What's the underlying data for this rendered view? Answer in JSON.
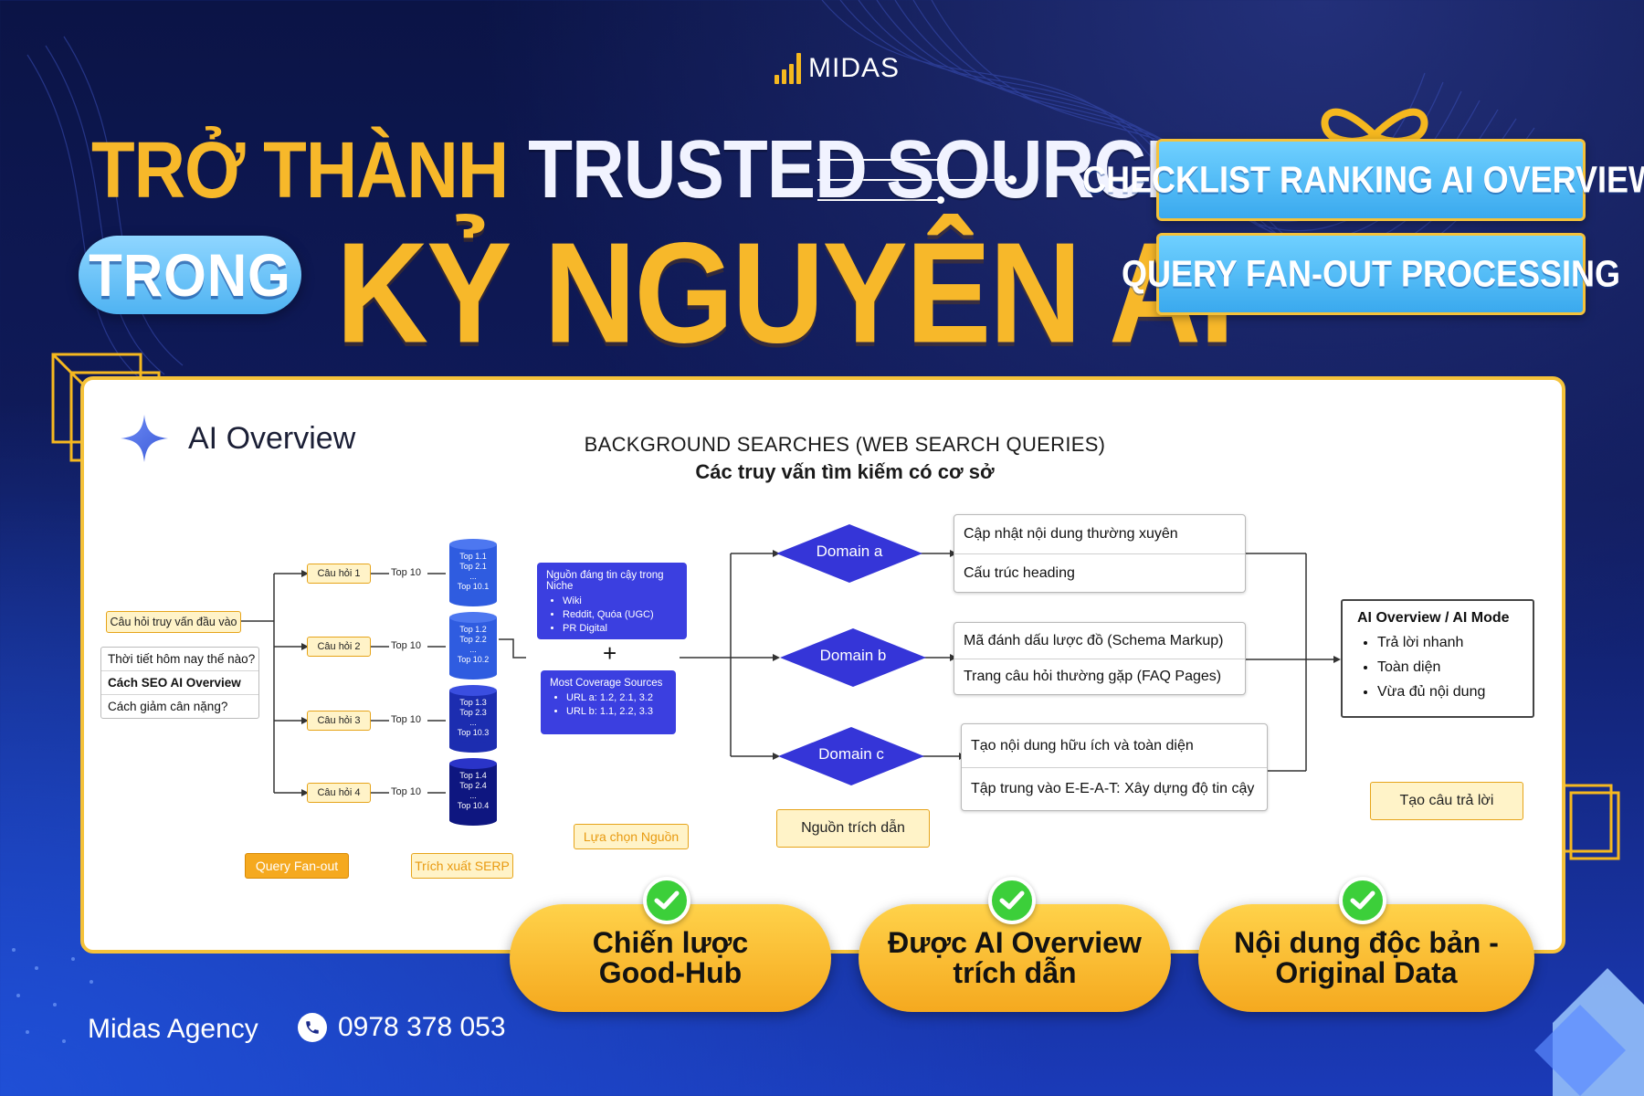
{
  "brand": {
    "name": "MIDAS"
  },
  "headline": {
    "part1": "TRỞ THÀNH",
    "part2": "TRUSTED SOURCE",
    "trong": "TRONG",
    "big": "KỶ NGUYÊN AI"
  },
  "right_boxes": [
    "CHECKLIST RANKING AI OVERVIEW",
    "QUERY FAN-OUT PROCESSING"
  ],
  "panel": {
    "ai_title": "AI Overview",
    "bg_title_1": "BACKGROUND SEARCHES (WEB SEARCH QUERIES)",
    "bg_title_2": "Các truy vấn tìm kiếm có cơ sở"
  },
  "diagram": {
    "input_label": "Câu hỏi truy vấn đầu vào",
    "queries": [
      "Thời tiết hôm nay thế nào?",
      "Cách SEO AI Overview",
      "Cách giảm cân nặng?"
    ],
    "sub_questions": [
      "Câu hỏi 1",
      "Câu hỏi 2",
      "Câu hỏi 3",
      "Câu hỏi 4"
    ],
    "top10": "Top 10",
    "cylinders": [
      [
        "Top 1.1",
        "Top 2.1",
        "...",
        "Top 10.1"
      ],
      [
        "Top 1.2",
        "Top 2.2",
        "...",
        "Top 10.2"
      ],
      [
        "Top 1.3",
        "Top 2.3",
        "...",
        "Top 10.3"
      ],
      [
        "Top 1.4",
        "Top 2.4",
        "...",
        "Top 10.4"
      ]
    ],
    "niche_card": {
      "title": "Nguồn đáng tin cậy trong Niche",
      "items": [
        "Wiki",
        "Reddit, Quóa (UGC)",
        "PR Digital"
      ]
    },
    "plus": "+",
    "coverage_card": {
      "title": "Most Coverage Sources",
      "items": [
        "URL a: 1.2, 2.1, 3.2",
        "URL b: 1.1, 2.2, 3.3"
      ]
    },
    "domains": [
      "Domain a",
      "Domain b",
      "Domain c"
    ],
    "domain_a_rows": [
      "Cập nhật nội dung thường xuyên",
      "Cấu trúc heading"
    ],
    "domain_b_rows": [
      "Mã đánh dấu lược đồ (Schema Markup)",
      "Trang câu hỏi thường gặp (FAQ Pages)"
    ],
    "domain_c_rows": [
      "Tạo nội dung hữu ích và toàn diện",
      "Tập trung vào E-E-A-T: Xây dựng độ tin cậy"
    ],
    "final": {
      "title": "AI Overview / AI Mode",
      "items": [
        "Trả lời nhanh",
        "Toàn diện",
        "Vừa đủ nội dung"
      ]
    },
    "labels": {
      "query_fanout": "Query Fan-out",
      "serp": "Trích xuất SERP",
      "source_select": "Lựa chọn Nguồn",
      "citation": "Nguồn trích dẫn",
      "answer": "Tạo câu trả lời"
    }
  },
  "pills": [
    {
      "line1": "Chiến lược",
      "line2": "Good-Hub"
    },
    {
      "line1": "Được AI Overview",
      "line2": "trích dẫn"
    },
    {
      "line1": "Nội dung độc bản -",
      "line2": "Original Data"
    }
  ],
  "footer": {
    "name": "Midas Agency",
    "phone": "0978 378 053"
  },
  "colors": {
    "yellow": "#f7b82a",
    "navy": "#0b1446",
    "blue_card": "#3b3fe0",
    "domain": "#3535d8",
    "check": "#3ccf3a"
  }
}
